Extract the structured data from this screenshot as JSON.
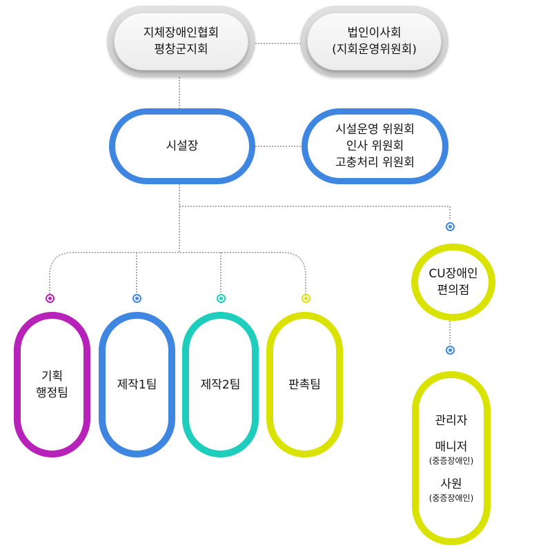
{
  "colors": {
    "blue": "#3e86e0",
    "purple": "#b722b8",
    "teal": "#1fcdbd",
    "yellow": "#d9e200",
    "gray": "#c9c9c9",
    "line": "#a8a8a8"
  },
  "top": {
    "association": {
      "line1": "지체장애인협회",
      "line2": "평창군지회"
    },
    "board": {
      "line1": "법인이사회",
      "line2": "(지회운영위원회)"
    }
  },
  "director": {
    "label": "시설장"
  },
  "committees": {
    "line1": "시설운영 위원회",
    "line2": "인사 위원회",
    "line3": "고충처리 위원회"
  },
  "teams": [
    {
      "line1": "기획",
      "line2": "행정팀"
    },
    {
      "label": "제작1팀"
    },
    {
      "label": "제작2팀"
    },
    {
      "label": "판촉팀"
    }
  ],
  "store": {
    "line1": "CU장애인",
    "line2": "편의점"
  },
  "staff": {
    "manager": "관리자",
    "assistant": "매니저",
    "assistant_note": "(중증장애인)",
    "employee": "사원",
    "employee_note": "(중증장애인)"
  }
}
